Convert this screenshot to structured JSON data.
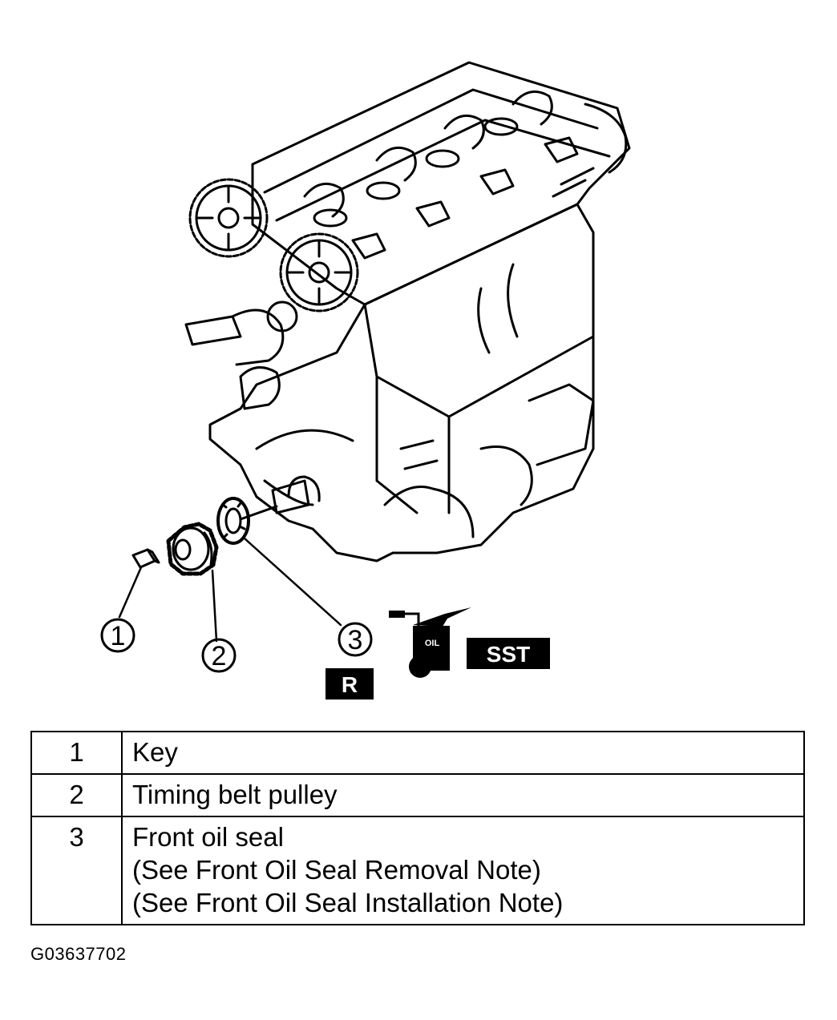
{
  "callouts": [
    {
      "number": "1"
    },
    {
      "number": "2"
    },
    {
      "number": "3"
    }
  ],
  "symbols": {
    "repair_mark": "R",
    "oil_can_label": "OIL",
    "special_tool": "SST"
  },
  "parts_table": {
    "rows": [
      {
        "number": "1",
        "description": "Key",
        "notes": []
      },
      {
        "number": "2",
        "description": "Timing belt pulley",
        "notes": []
      },
      {
        "number": "3",
        "description": "Front oil seal",
        "notes": [
          "(See Front Oil Seal Removal Note)",
          "(See Front Oil Seal Installation Note)"
        ]
      }
    ]
  },
  "figure_code": "G03637702"
}
